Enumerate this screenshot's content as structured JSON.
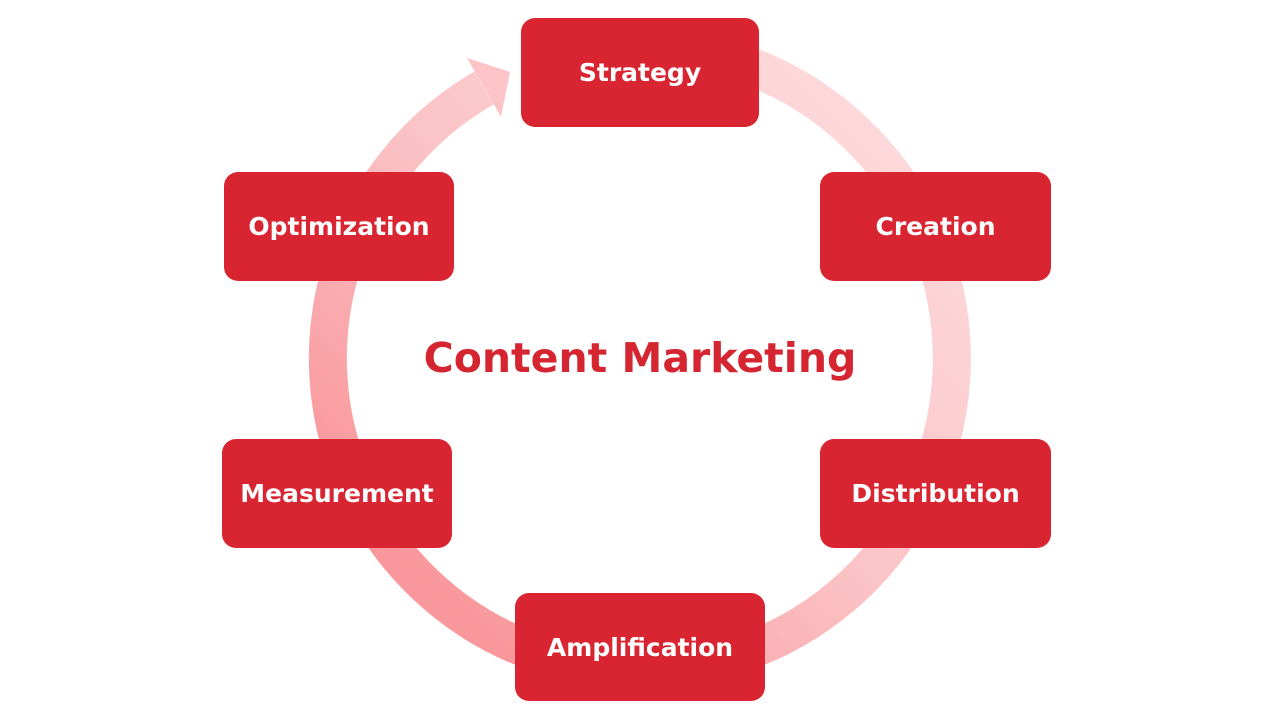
{
  "diagram": {
    "title": "Content Marketing",
    "type": "cycle",
    "direction": "clockwise",
    "stages": [
      {
        "label": "Strategy"
      },
      {
        "label": "Creation"
      },
      {
        "label": "Distribution"
      },
      {
        "label": "Amplification"
      },
      {
        "label": "Measurement"
      },
      {
        "label": "Optimization"
      }
    ]
  },
  "colors": {
    "box_fill": "#d92531",
    "box_text": "#ffffff",
    "title_text": "#d42531",
    "ring_light": "#fcd8da",
    "ring_dark": "#f9979b",
    "background": "#ffffff"
  }
}
